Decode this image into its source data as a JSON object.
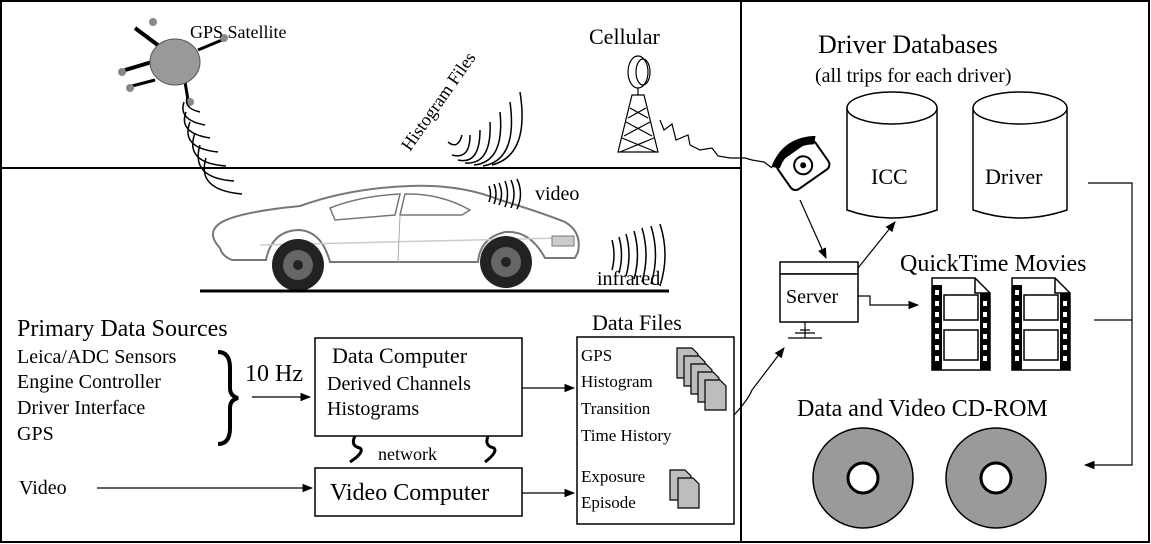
{
  "satellite": {
    "label": "GPS Satellite",
    "icon": "satellite-icon"
  },
  "histogram_wave_label": "Histogram Files",
  "cellular": {
    "label": "Cellular",
    "icon": "cell-tower-icon"
  },
  "telephone": {
    "icon": "telephone-icon"
  },
  "car": {
    "icon": "car-icon",
    "video_label": "video",
    "infrared_label": "infrared"
  },
  "primary_sources": {
    "title": "Primary Data Sources",
    "items": [
      "Leica/ADC Sensors",
      "Engine Controller",
      "Driver Interface",
      "GPS"
    ],
    "rate": "10 Hz"
  },
  "data_computer": {
    "title": "Data Computer",
    "lines": [
      "Derived Channels",
      "Histograms"
    ]
  },
  "network_label": "network",
  "video_input": "Video",
  "video_computer": {
    "title": "Video Computer"
  },
  "data_files": {
    "title": "Data Files",
    "items": [
      "GPS",
      "Histogram",
      "Transition",
      "Time History"
    ],
    "video_items": [
      "Exposure",
      "Episode"
    ]
  },
  "server": {
    "label": "Server",
    "icon": "server-icon"
  },
  "driver_databases": {
    "title": "Driver Databases",
    "subtitle": "(all trips for each driver)",
    "db_left": "ICC",
    "db_right": "Driver"
  },
  "quicktime": {
    "title": "QuickTime Movies",
    "icon": "film-icon"
  },
  "cdrom": {
    "title": "Data and Video CD-ROM",
    "icon": "disc-icon"
  },
  "colors": {
    "satellite_fill": "#999999",
    "disc_fill": "#9a9a9a",
    "doc_fill": "#bdbdbd"
  }
}
